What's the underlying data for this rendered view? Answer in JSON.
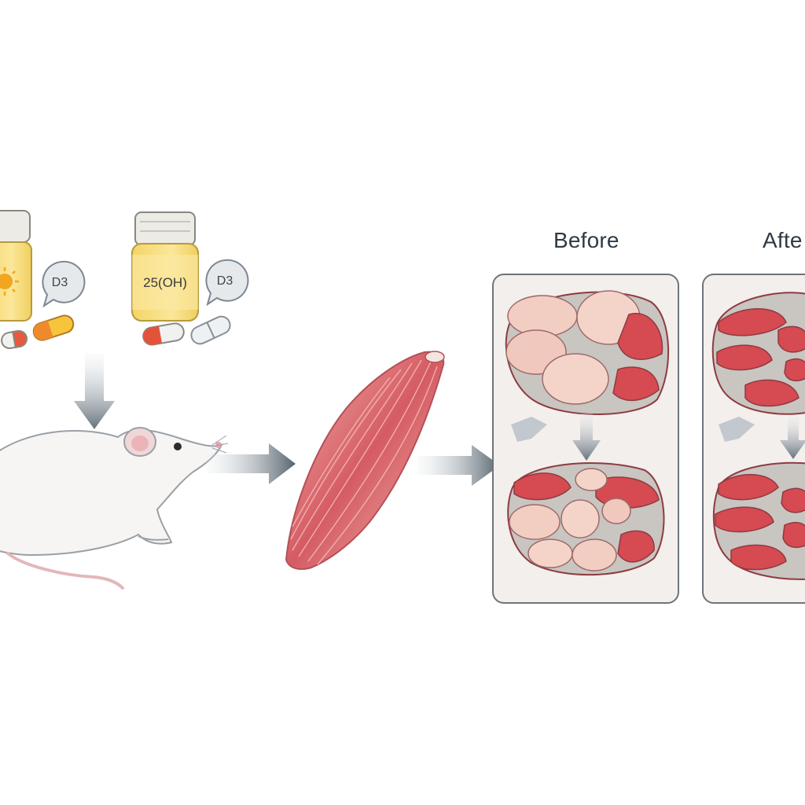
{
  "supplements": {
    "bottle_1": {
      "bubble_label": "D3"
    },
    "bottle_2": {
      "label": "25(OH)",
      "bubble_label": "D3"
    }
  },
  "panels": {
    "before": {
      "title": "Before"
    },
    "after": {
      "title": "Afte"
    }
  },
  "colors": {
    "bottle_yellow": "#f7dd7a",
    "cap": "#e9e7e2",
    "muscle_red": "#d85a62",
    "fiber_pink": "#f2cdc2",
    "arrow_gray": "#66727c",
    "panel_border": "#6d747a",
    "mouse_white": "#f6f5f4"
  }
}
